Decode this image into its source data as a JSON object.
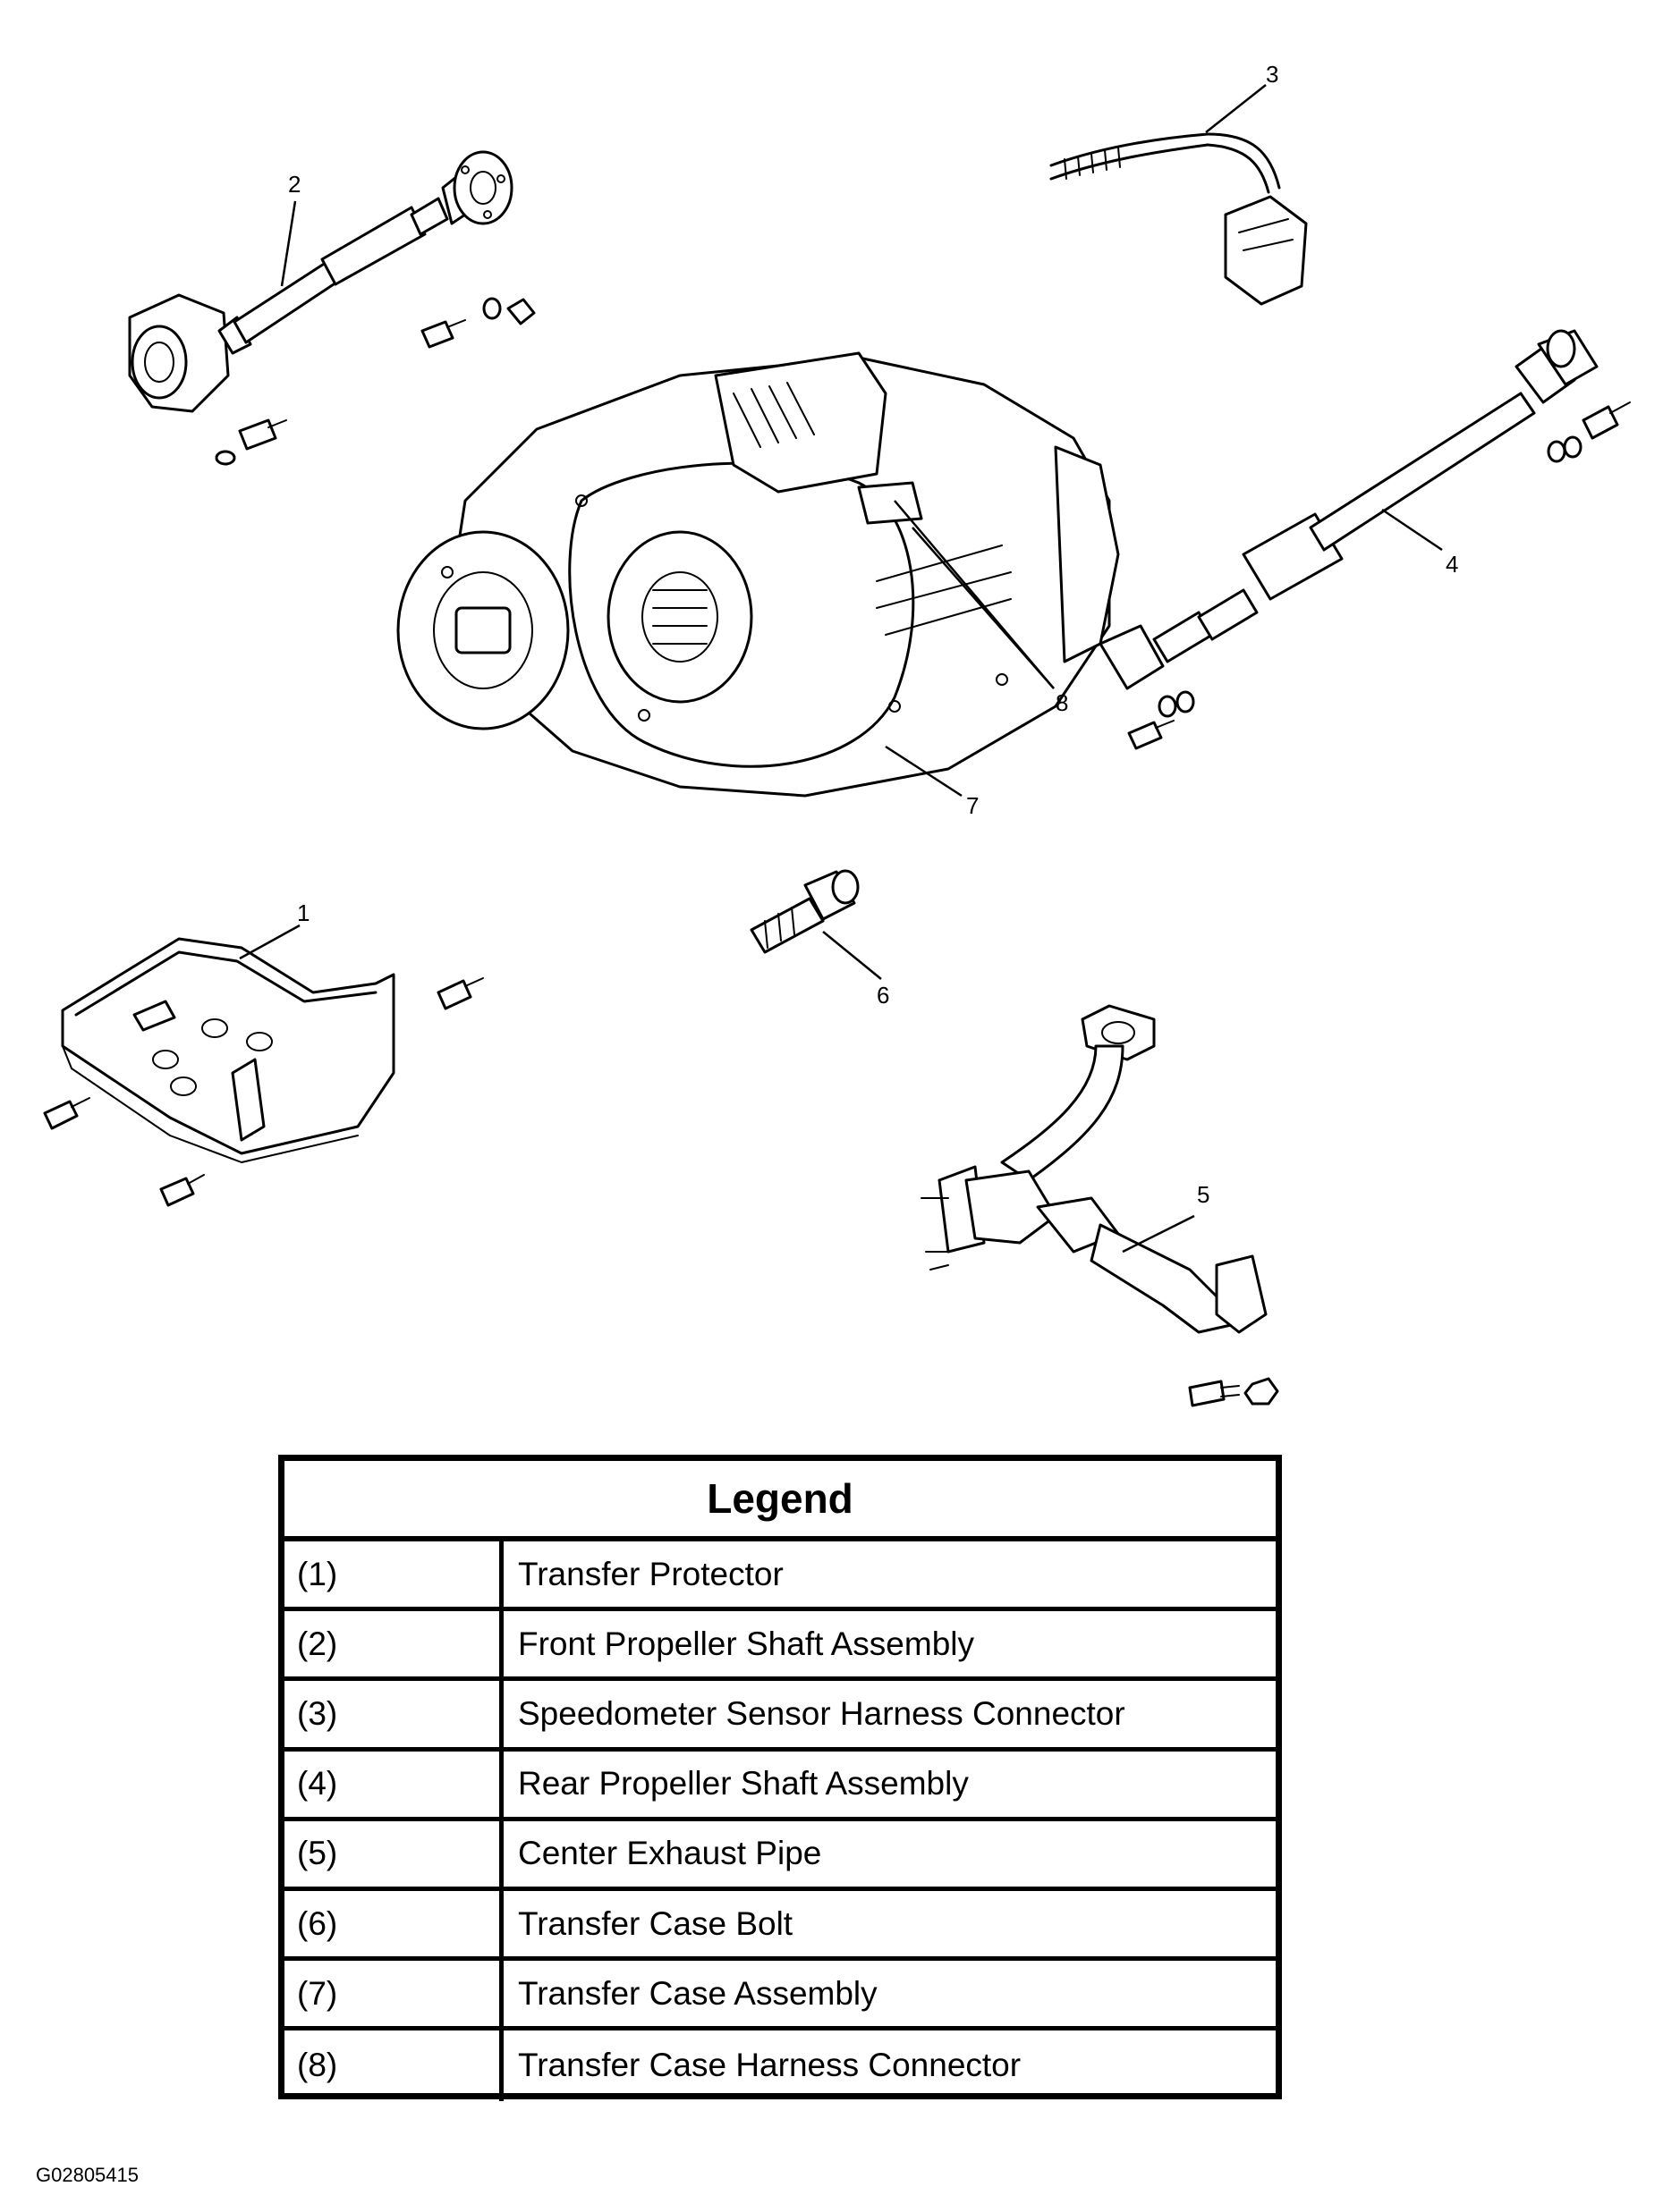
{
  "callouts": [
    "1",
    "2",
    "3",
    "4",
    "5",
    "6",
    "7",
    "8"
  ],
  "legend": {
    "title": "Legend",
    "rows": [
      {
        "num": "(1)",
        "desc": "Transfer Protector"
      },
      {
        "num": "(2)",
        "desc": "Front Propeller Shaft Assembly"
      },
      {
        "num": "(3)",
        "desc": "Speedometer Sensor Harness Connector"
      },
      {
        "num": "(4)",
        "desc": "Rear Propeller Shaft Assembly"
      },
      {
        "num": "(5)",
        "desc": "Center Exhaust Pipe"
      },
      {
        "num": "(6)",
        "desc": "Transfer Case Bolt"
      },
      {
        "num": "(7)",
        "desc": "Transfer Case Assembly"
      },
      {
        "num": "(8)",
        "desc": "Transfer Case Harness Connector"
      }
    ]
  },
  "figure_id": "G02805415"
}
